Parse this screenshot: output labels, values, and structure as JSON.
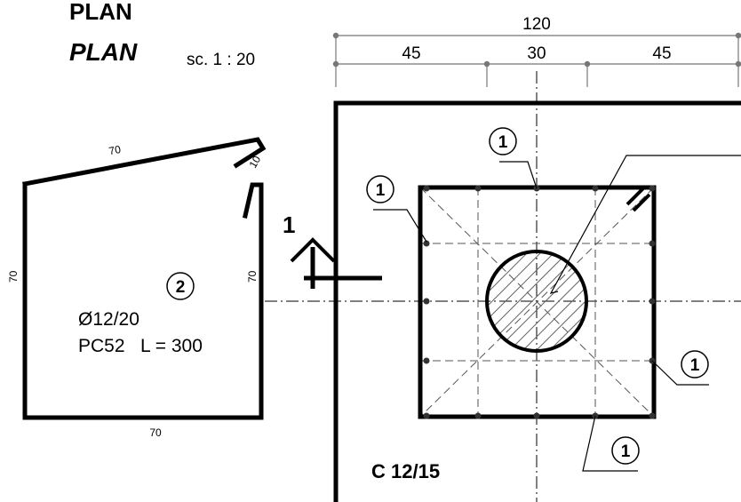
{
  "title": "PLAN",
  "subtitle": "PLAN",
  "scale": "sc. 1 : 20",
  "dimensions": {
    "total": "120",
    "left": "45",
    "middle": "30",
    "right": "45"
  },
  "bar_shape": {
    "top_length": "70",
    "hook_length": "10",
    "left_length": "70",
    "right_length": "70",
    "bottom_length": "70",
    "mark": "2",
    "diameter_spacing": "Ø12/20",
    "spec": "PC52   L = 300"
  },
  "section_marker": "1",
  "rebar_mark": "1",
  "concrete_class": "C 12/15",
  "colors": {
    "line": "#000000",
    "dimension": "#777777",
    "hatch": "#666666"
  }
}
